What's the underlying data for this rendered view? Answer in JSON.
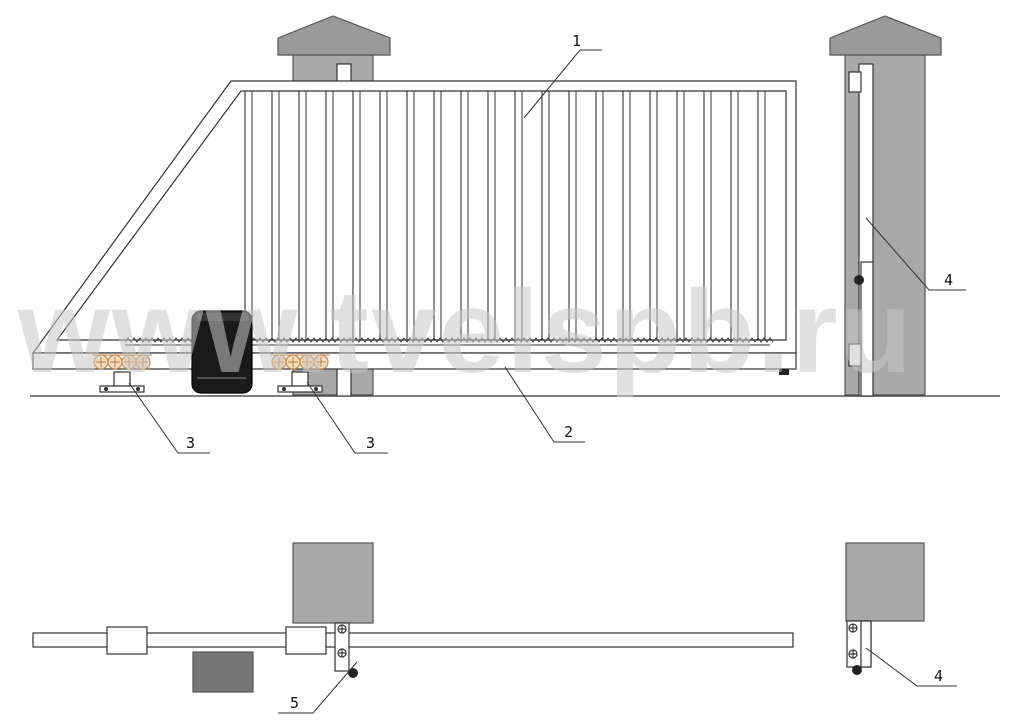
{
  "watermark": "www.tvelspb.ru",
  "callouts": {
    "c1": "1",
    "c2": "2",
    "c3a": "3",
    "c3b": "3",
    "c4_front": "4",
    "c4_top": "4",
    "c5": "5"
  },
  "colors": {
    "line": "#333333",
    "pillar": "#a8a8a8",
    "pillar_cap": "#9a9a9a",
    "motor_body": "#1a1a1a",
    "motor_top_view": "#777777",
    "roller": "#c98a4a",
    "watermark": "#c8c8c8"
  }
}
